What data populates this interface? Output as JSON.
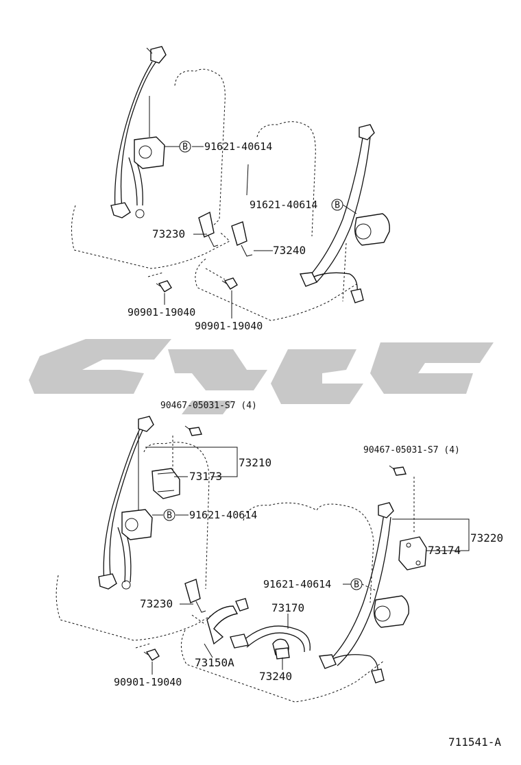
{
  "diagram_id": "711541-A",
  "upper_assembly": {
    "left_seat": {
      "retractor_bolt": {
        "marker": "B",
        "part_number": "91621-40614"
      },
      "buckle": "73230",
      "anchor_bolt": "90901-19040"
    },
    "right_seat": {
      "retractor_bolt": {
        "marker": "B",
        "part_number": "91621-40614"
      },
      "buckle": "73240",
      "anchor_bolt": "90901-19040"
    }
  },
  "lower_assembly": {
    "left_seat": {
      "screw": "90467-05031-S7 (4)",
      "belt_assembly": "73210",
      "pretensioner": "73173",
      "retractor_bolt": {
        "marker": "B",
        "part_number": "91621-40614"
      },
      "buckle": "73230",
      "anchor_bolt": "90901-19040",
      "buckle_lower": "73150A"
    },
    "right_seat": {
      "screw": "90467-05031-S7 (4)",
      "belt_assembly": "73220",
      "pretensioner": "73174",
      "retractor_bolt": {
        "marker": "B",
        "part_number": "91621-40614"
      },
      "center_belt": "73170",
      "buckle": "73240"
    }
  },
  "colors": {
    "line": "#111111",
    "watermark": "#c8c8c8",
    "background": "#ffffff"
  }
}
